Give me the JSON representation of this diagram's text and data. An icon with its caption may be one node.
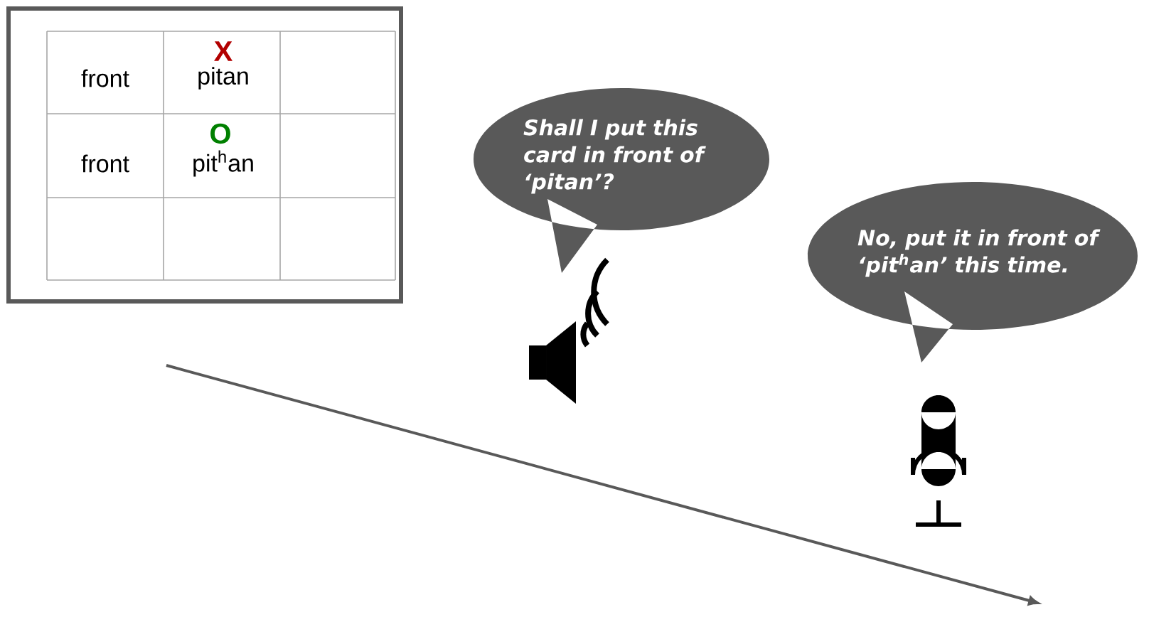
{
  "diagram": {
    "nodes": [
      {
        "text": [
          "Shall I put this card in front of ‘pitan’?"
        ]
      },
      {
        "text": [
          "No, put it in front of ‘pit$^{h}$an’ this time."
        ]
      }
    ],
    "edges": [],
    "labels": [
      "X",
      "front",
      "pitan",
      "O",
      "front",
      "pit$^{h}$an"
    ]
  }
}
